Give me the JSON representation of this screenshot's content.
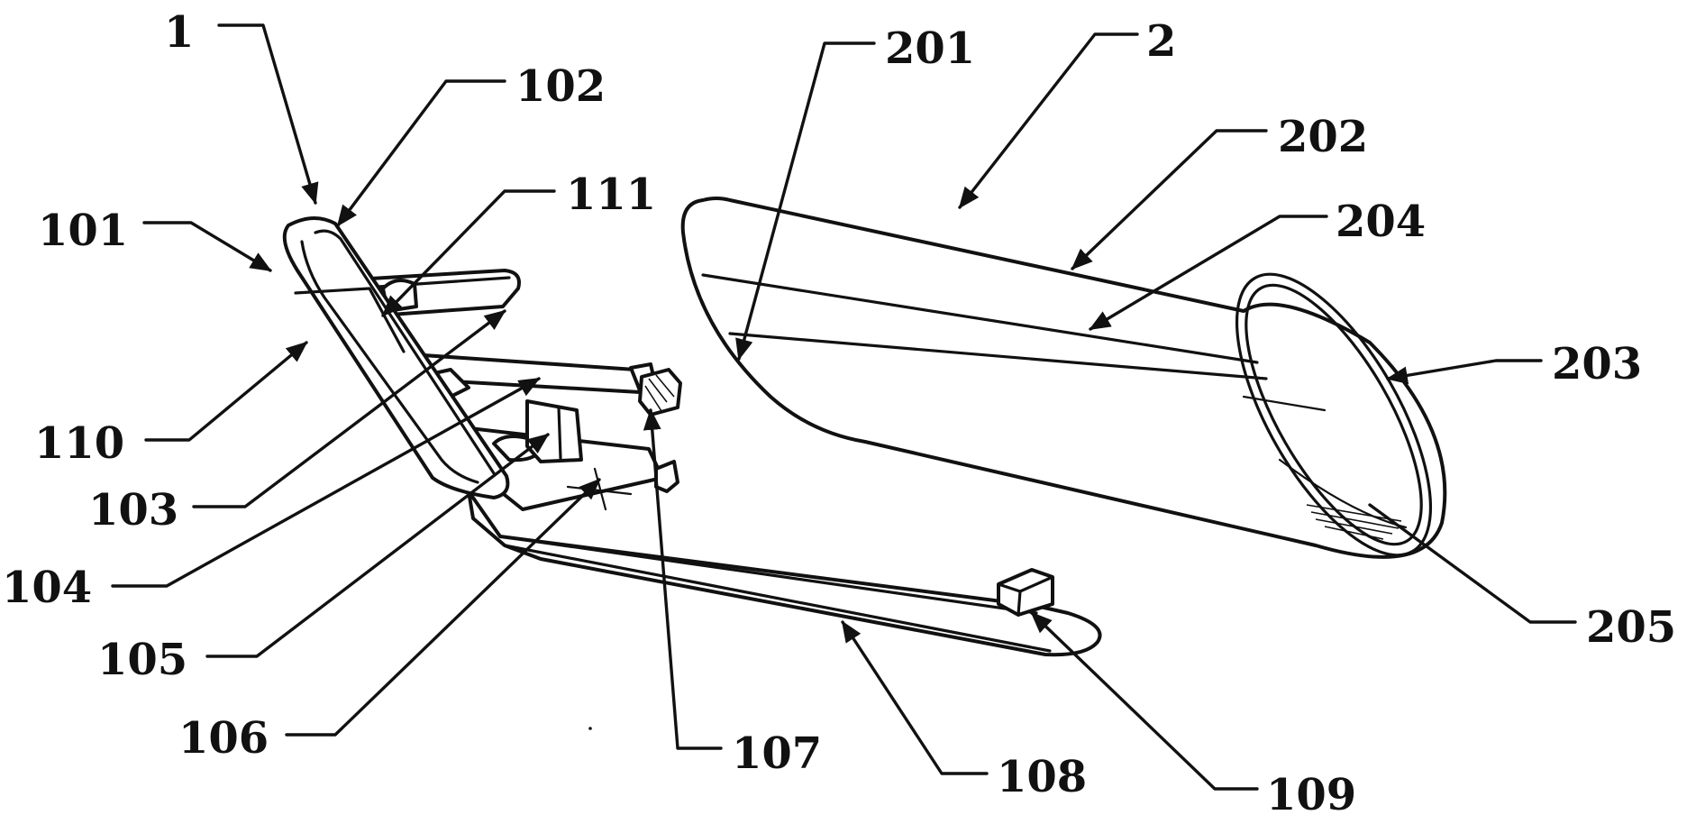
{
  "labels": {
    "l1": "1",
    "l2": "2",
    "l101": "101",
    "l102": "102",
    "l103": "103",
    "l104": "104",
    "l105": "105",
    "l106": "106",
    "l107": "107",
    "l108": "108",
    "l109": "109",
    "l110": "110",
    "l111": "111",
    "l201": "201",
    "l202": "202",
    "l203": "203",
    "l204": "204",
    "l205": "205"
  }
}
